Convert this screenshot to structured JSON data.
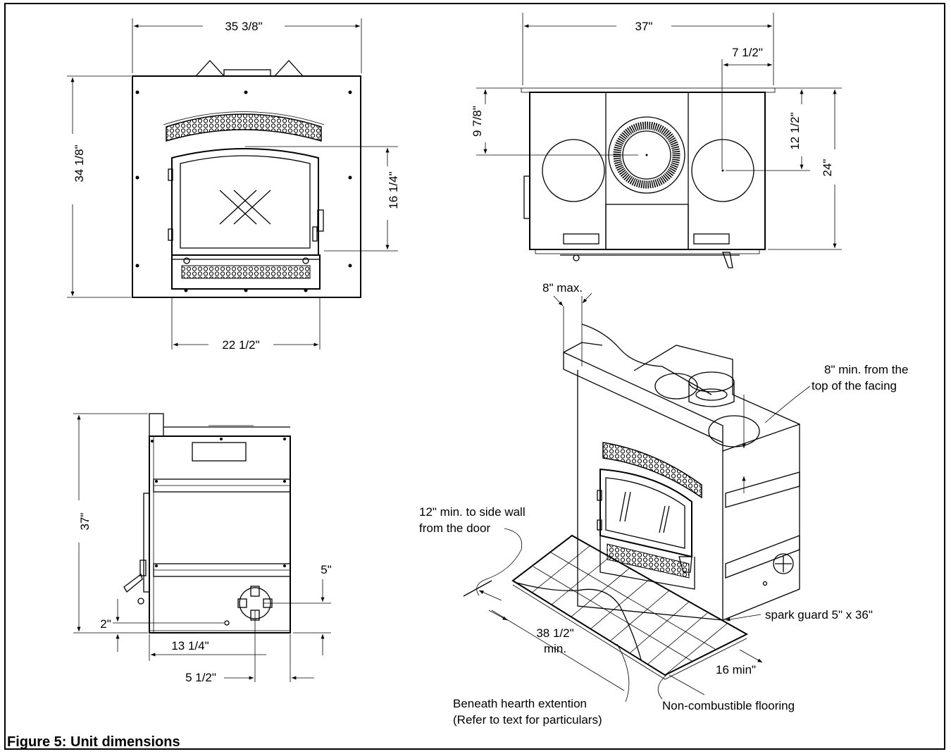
{
  "caption": "Figure 5: Unit dimensions",
  "front_view": {
    "overall_width": "35 3/8\"",
    "overall_height": "34 1/8\"",
    "door_height": "16 1/4\"",
    "base_width": "22 1/2\""
  },
  "top_view": {
    "overall_width": "37\"",
    "offset_right": "7 1/2\"",
    "collar_depth": "9 7/8\"",
    "side_collar_depth": "12 1/2\"",
    "overall_depth": "24\""
  },
  "side_view": {
    "overall_height": "37\"",
    "outlet_height": "5\"",
    "bottom_height": "2\"",
    "depth_to_outlet": "13 1/4\"",
    "outlet_offset": "5 1/2\""
  },
  "install_view": {
    "mantel_max": "8\" max.",
    "facing_note_line1": "8\" min. from the",
    "facing_note_line2": "top of the facing",
    "side_wall_line1": "12\" min. to side wall",
    "side_wall_line2": "from the door",
    "spark_guard": "spark guard 5\" x 36\"",
    "hearth_width_line1": "38 1/2\"",
    "hearth_width_line2": "min.",
    "hearth_depth": "16 min\"",
    "hearth_note_line1": "Beneath hearth extention",
    "hearth_note_line2": "(Refer to text for particulars)",
    "flooring_note": "Non-combustible flooring"
  }
}
